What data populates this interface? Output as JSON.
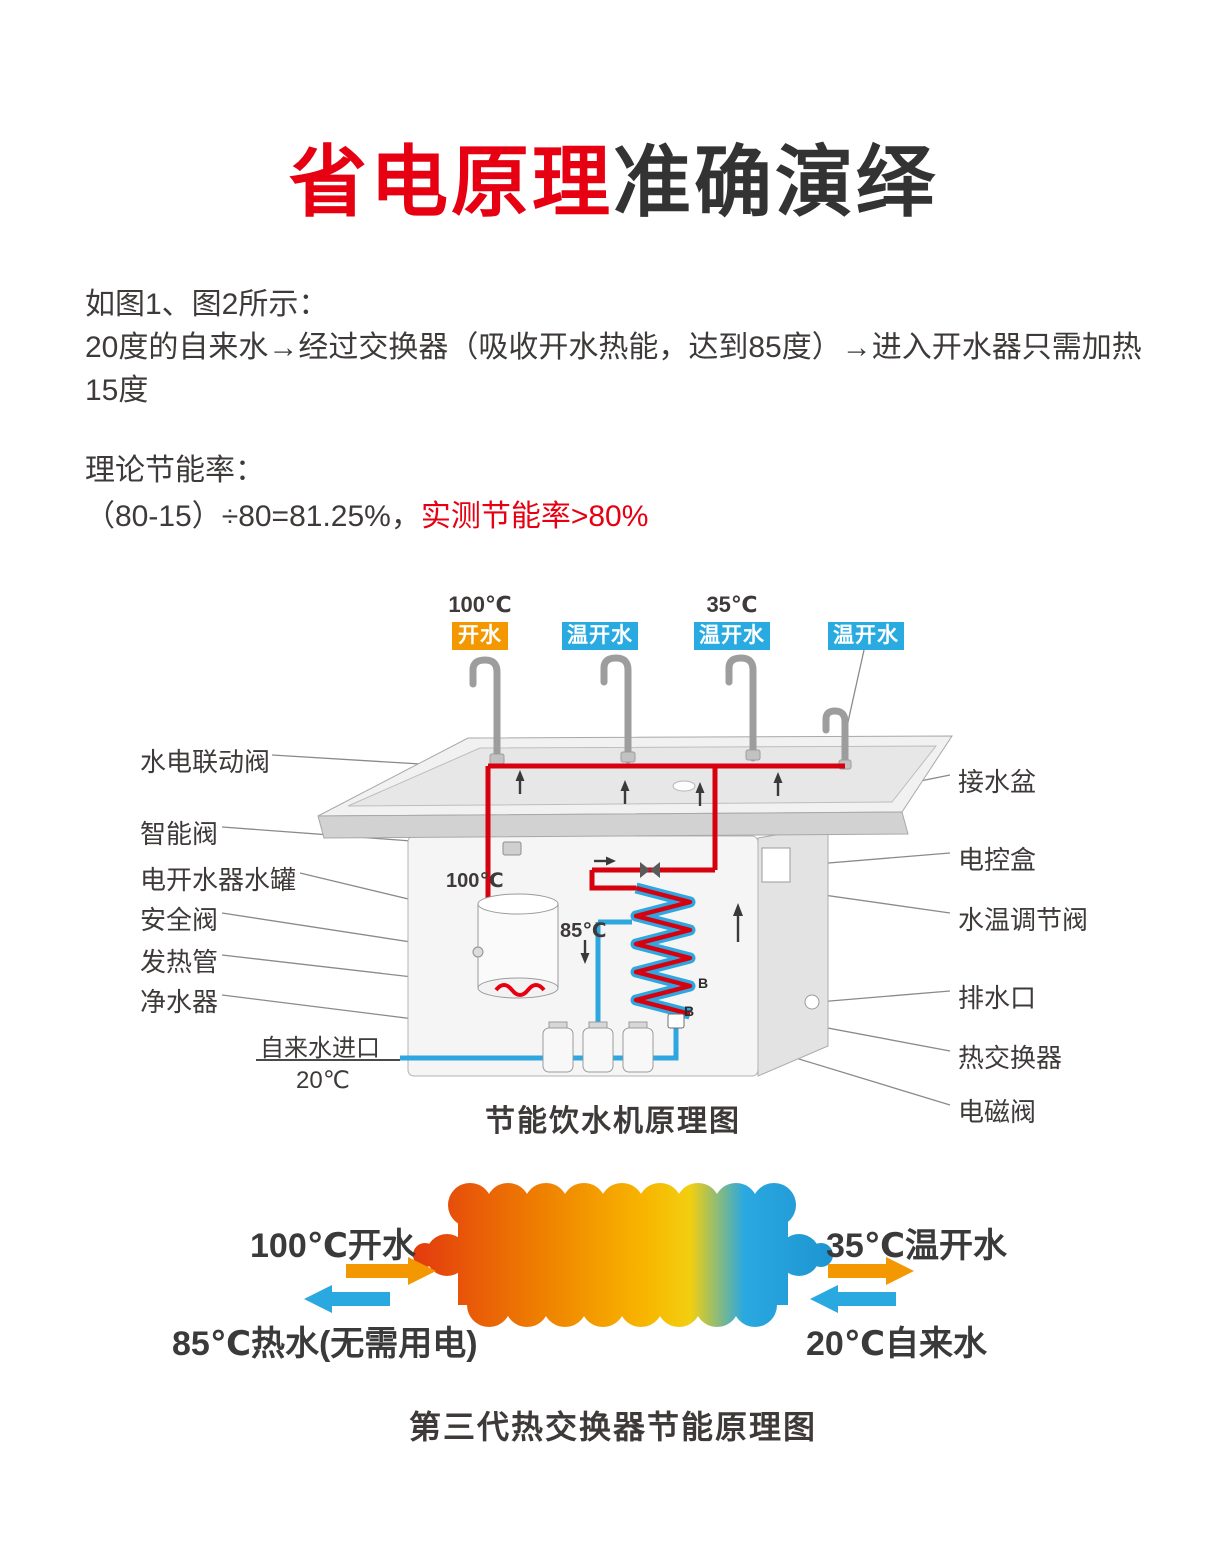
{
  "colors": {
    "accent_red": "#e60012",
    "dark_text": "#3e3a39",
    "hot_orange": "#f39800",
    "cold_blue": "#29abe2",
    "pipe_red": "#d7000f"
  },
  "title": {
    "highlight": "省电原理",
    "rest": "准确演绎"
  },
  "intro": {
    "line1": "如图1、图2所示：",
    "line2": "20度的自来水→经过交换器（吸收开水热能，达到85度）→进入开水器只需加热15度"
  },
  "theory": {
    "label": "理论节能率：",
    "formula": "（80-15）÷80=81.25%，",
    "measured": "实测节能率>80%"
  },
  "machine": {
    "temp_left": "100℃",
    "temp_right": "35℃",
    "taps": [
      {
        "label": "开水",
        "color": "#f39800"
      },
      {
        "label": "温开水",
        "color": "#29abe2"
      },
      {
        "label": "温开水",
        "color": "#29abe2"
      },
      {
        "label": "温开水",
        "color": "#29abe2"
      }
    ],
    "left_labels": [
      "水电联动阀",
      "智能阀",
      "电开水器水罐",
      "安全阀",
      "发热管",
      "净水器"
    ],
    "right_labels": [
      "接水盆",
      "电控盒",
      "水温调节阀",
      "排水口",
      "热交换器",
      "电磁阀"
    ],
    "inlet_label": "自来水进口",
    "inlet_temp": "20℃",
    "pipe_temp_hot": "100℃",
    "pipe_temp_warm": "85℃",
    "coil_markers": [
      "B",
      "B"
    ],
    "caption": "节能饮水机原理图"
  },
  "exchanger": {
    "in_hot": "100℃开水",
    "out_warm": "35℃温开水",
    "out_hot": "85℃热水(无需用电)",
    "in_cold": "20℃自来水",
    "caption": "第三代热交换器节能原理图"
  }
}
